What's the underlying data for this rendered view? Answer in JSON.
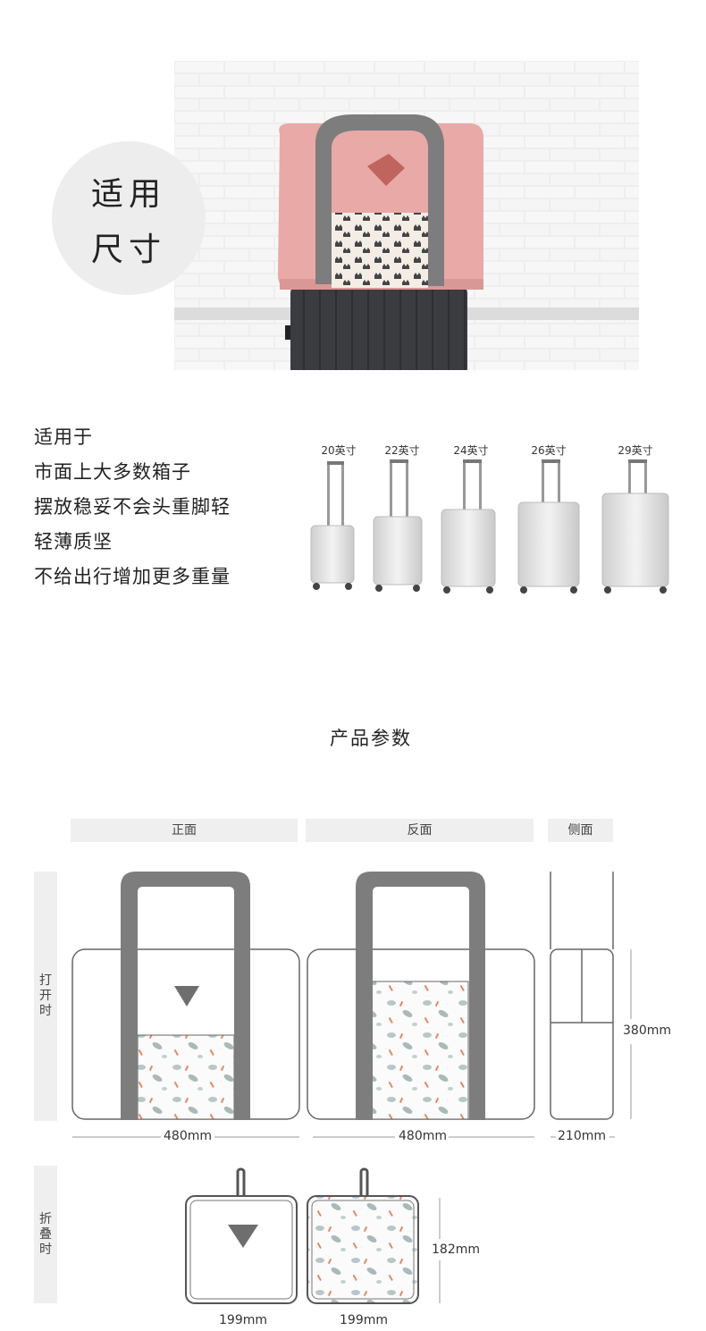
{
  "hero": {
    "badge_line1": "适用",
    "badge_line2": "尺寸"
  },
  "fit": {
    "lines": [
      "适用于",
      "市面上大多数箱子",
      "摆放稳妥不会头重脚轻",
      "轻薄质坚",
      "不给出行增加更多重量"
    ],
    "suitcases": [
      "20英寸",
      "22英寸",
      "24英寸",
      "26英寸",
      "29英寸"
    ]
  },
  "specs": {
    "title": "产品参数",
    "col_front": "正面",
    "col_back": "反面",
    "col_side": "侧面",
    "row_open": "打开时",
    "row_folded": "折叠时",
    "open_width_front": "480mm",
    "open_width_back": "480mm",
    "open_depth": "210mm",
    "open_height": "380mm",
    "folded_width_front": "199mm",
    "folded_width_back": "199mm",
    "folded_height": "182mm"
  },
  "colors": {
    "bag_pink": "#e9a9a7",
    "strap_gray": "#7d7d7d",
    "panel_gray": "#efefef"
  }
}
